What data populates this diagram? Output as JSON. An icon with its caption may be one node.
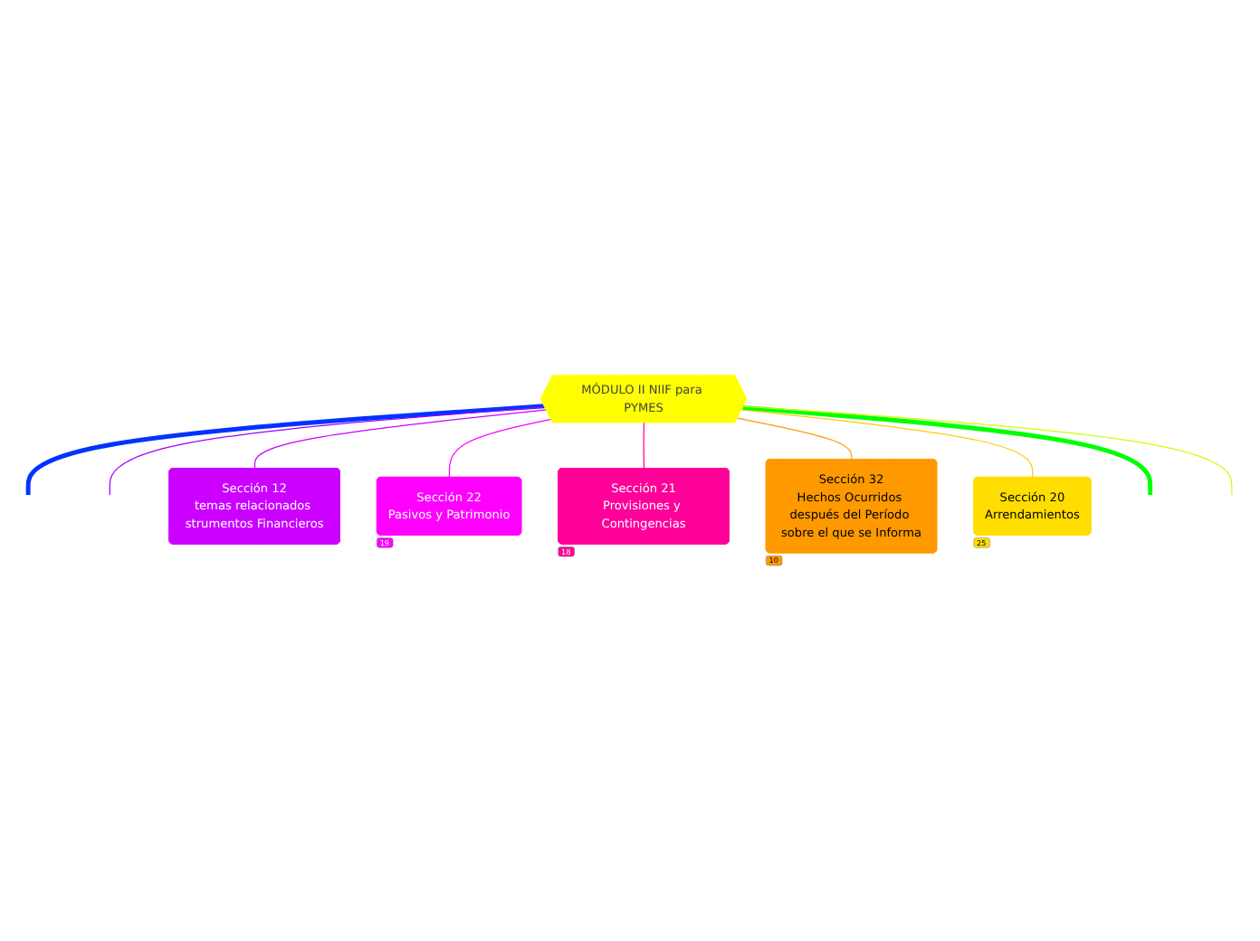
{
  "diagram": {
    "nodes": [
      {
        "text": [
          "MÓDULO II NIIF para PYMES"
        ]
      },
      {
        "text": [
          "Sección 12",
          "temas relacionados strumentos Financieros"
        ]
      },
      {
        "text": [
          "Sección 22",
          "Pasivos y Patrimonio"
        ],
        "beside": [
          "19"
        ]
      },
      {
        "text": [
          "Sección 21",
          "Provisiones y Contingencias"
        ],
        "beside": [
          "18"
        ]
      },
      {
        "text": [
          "Sección 32",
          "Hechos Ocurridos después del Período sobre el que se Informa"
        ],
        "beside": [
          "10"
        ]
      },
      {
        "text": [
          "Sección 20",
          "Arrendamientos"
        ],
        "beside": [
          "25"
        ]
      }
    ],
    "edges": [
      {
        "from": 0,
        "to": null,
        "arrow": "none",
        "style": "thick",
        "color": "#0033ff"
      },
      {
        "from": 0,
        "to": null,
        "arrow": "none",
        "color": "#9900ff"
      },
      {
        "from": 0,
        "to": 1,
        "arrow": "none",
        "color": "#cc00ff"
      },
      {
        "from": 0,
        "to": 2,
        "arrow": "none",
        "color": "#ff00ff"
      },
      {
        "from": 0,
        "to": 3,
        "arrow": "none",
        "color": "#ff0099"
      },
      {
        "from": 0,
        "to": 4,
        "arrow": "none",
        "color": "#ff9900"
      },
      {
        "from": 0,
        "to": 5,
        "arrow": "none",
        "color": "#ffcc00"
      },
      {
        "from": 0,
        "to": null,
        "arrow": "none",
        "style": "thick",
        "color": "#00ff00"
      },
      {
        "from": 0,
        "to": null,
        "arrow": "none",
        "color": "#ccff00"
      }
    ]
  }
}
